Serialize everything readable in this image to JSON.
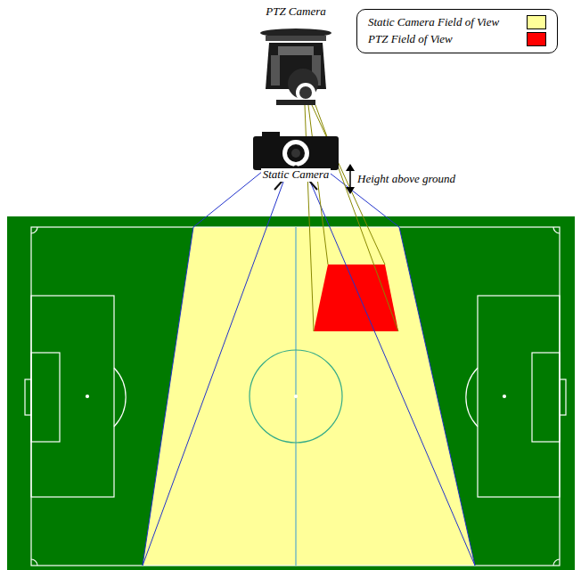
{
  "diagram": {
    "labels": [
      "PTZ Camera",
      "Static Camera",
      "Height above ground"
    ],
    "legend": [
      {
        "text": "Static Camera Field of View",
        "color": "#ffff99"
      },
      {
        "text": "PTZ Field of View",
        "color": "#ff0000"
      }
    ]
  }
}
